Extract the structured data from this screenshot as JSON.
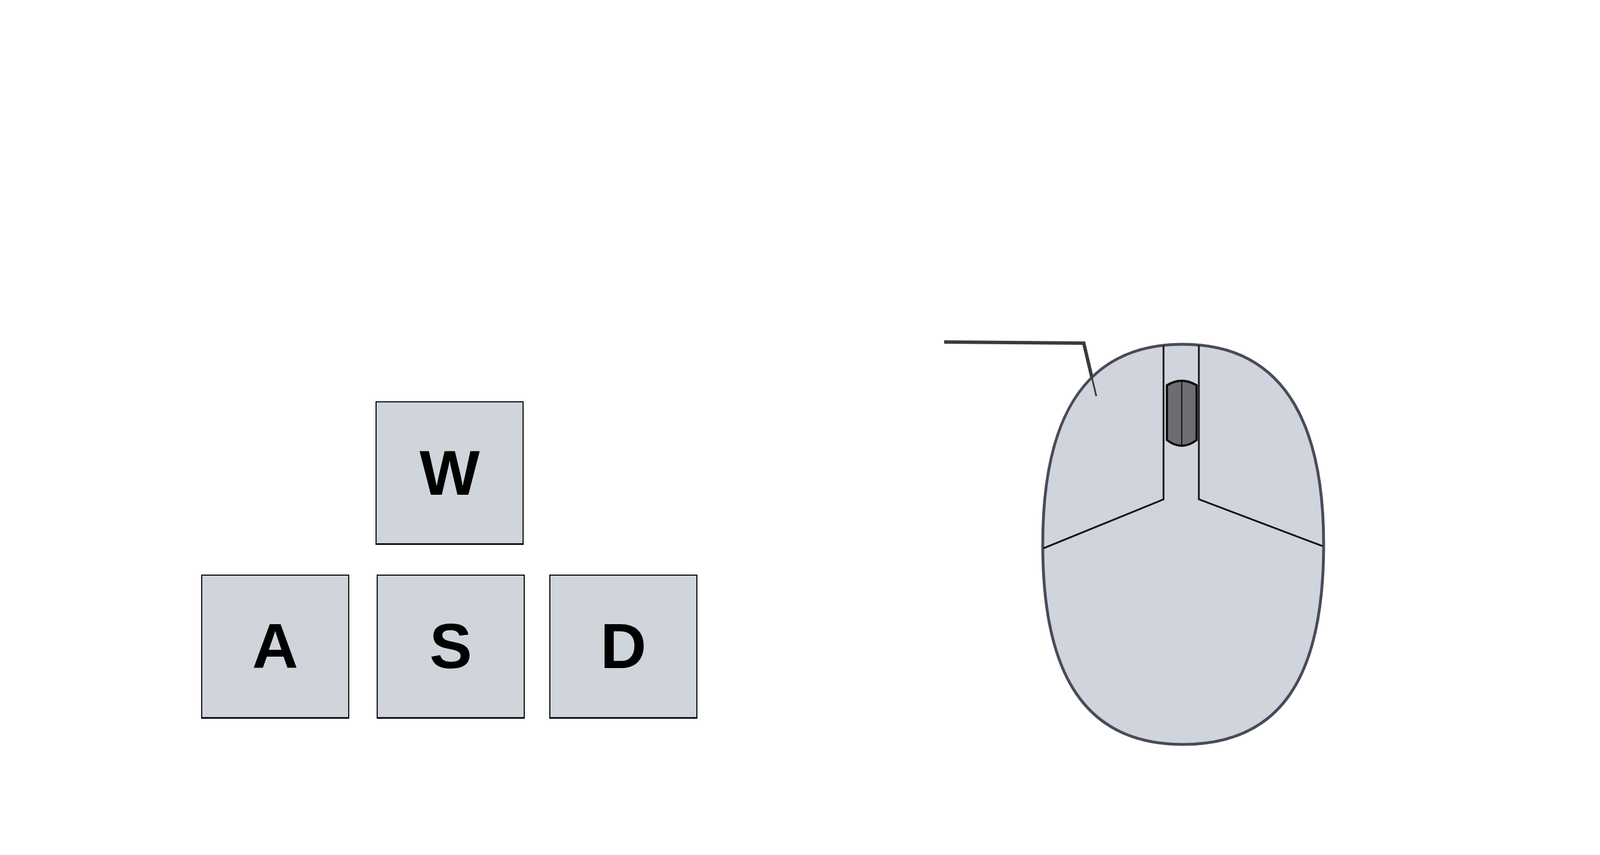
{
  "diagram": {
    "nodes": [
      {
        "text": [
          "W"
        ]
      },
      {
        "text": [
          "A"
        ]
      },
      {
        "text": [
          "S"
        ]
      },
      {
        "text": [
          "D"
        ]
      }
    ]
  }
}
